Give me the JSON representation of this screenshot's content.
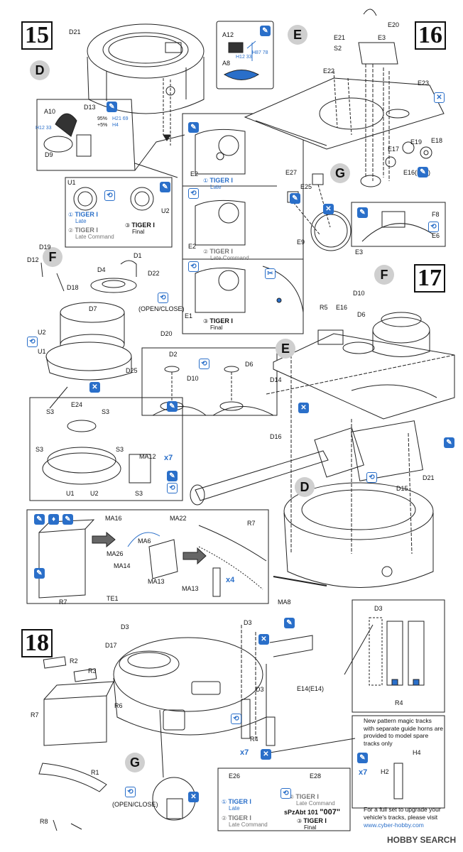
{
  "steps": {
    "s15": "15",
    "s16": "16",
    "s17": "17",
    "s18": "18"
  },
  "subassemblies": {
    "D": "D",
    "E": "E",
    "F": "F",
    "G": "G"
  },
  "parts": {
    "D21": "D21",
    "A12": "A12",
    "A8": "A8",
    "A10": "A10",
    "D13": "D13",
    "D9": "D9",
    "E20": "E20",
    "E21": "E21",
    "E3": "E3",
    "S2": "S2",
    "E22": "E22",
    "E23": "E23",
    "E17": "E17",
    "E19": "E19",
    "E18": "E18",
    "E16E16": "E16(E16)",
    "E27": "E27",
    "E25": "E25",
    "E9": "E9",
    "F8": "F8",
    "E6": "E6",
    "E2": "E2",
    "E1": "E1",
    "U1": "U1",
    "U2": "U2",
    "D19": "D19",
    "D12": "D12",
    "D1": "D1",
    "D4": "D4",
    "D22": "D22",
    "D18": "D18",
    "D7": "D7",
    "D20": "D20",
    "D25": "D25",
    "D2": "D2",
    "D10": "D10",
    "D6": "D6",
    "E24": "E24",
    "S3": "S3",
    "MA12": "MA12",
    "R5": "R5",
    "E16": "E16",
    "D14": "D14",
    "D16": "D16",
    "D15": "D15",
    "MA16": "MA16",
    "MA22": "MA22",
    "MA6": "MA6",
    "MA26": "MA26",
    "MA14": "MA14",
    "MA13": "MA13",
    "TE1": "TE1",
    "R7": "R7",
    "MA8": "MA8",
    "D3": "D3",
    "D17": "D17",
    "R2": "R2",
    "R3": "R3",
    "R6": "R6",
    "R1": "R1",
    "R8": "R8",
    "E14E14": "E14(E14)",
    "R4": "R4",
    "E26": "E26",
    "E28": "E28",
    "H4": "H4",
    "H2": "H2"
  },
  "paint_codes": {
    "h1233": "H12 33",
    "h8778": "H87 78",
    "h1233b": "H12 33",
    "h2169": "H21 69",
    "h44": "H4"
  },
  "mix_note": {
    "line1": "95%",
    "line2": "+5%"
  },
  "variants": {
    "v1": "TIGER I",
    "v1_sub": "Late",
    "v2": "TIGER I",
    "v2_sub": "Late Command",
    "v3": "TIGER I",
    "v3_sub": "Final",
    "v4_pre": "sPzAbt 101",
    "v4_num": "\"007\"",
    "n1": "①",
    "n2": "②",
    "n3": "③"
  },
  "notes": {
    "open_close": "(OPEN/CLOSE)",
    "x7": "x7",
    "x4": "x4",
    "tracks": "New pattern magic tracks with separate guide horns are provided to model spare tracks only",
    "upgrade": "For a full set to upgrade your vehicle's tracks, please visit",
    "url": "www.cyber-hobby.com"
  },
  "watermark": "HOBBY SEARCH",
  "colors": {
    "accent": "#2a6fc9",
    "line": "#222222",
    "shade": "#cfcfcf"
  }
}
